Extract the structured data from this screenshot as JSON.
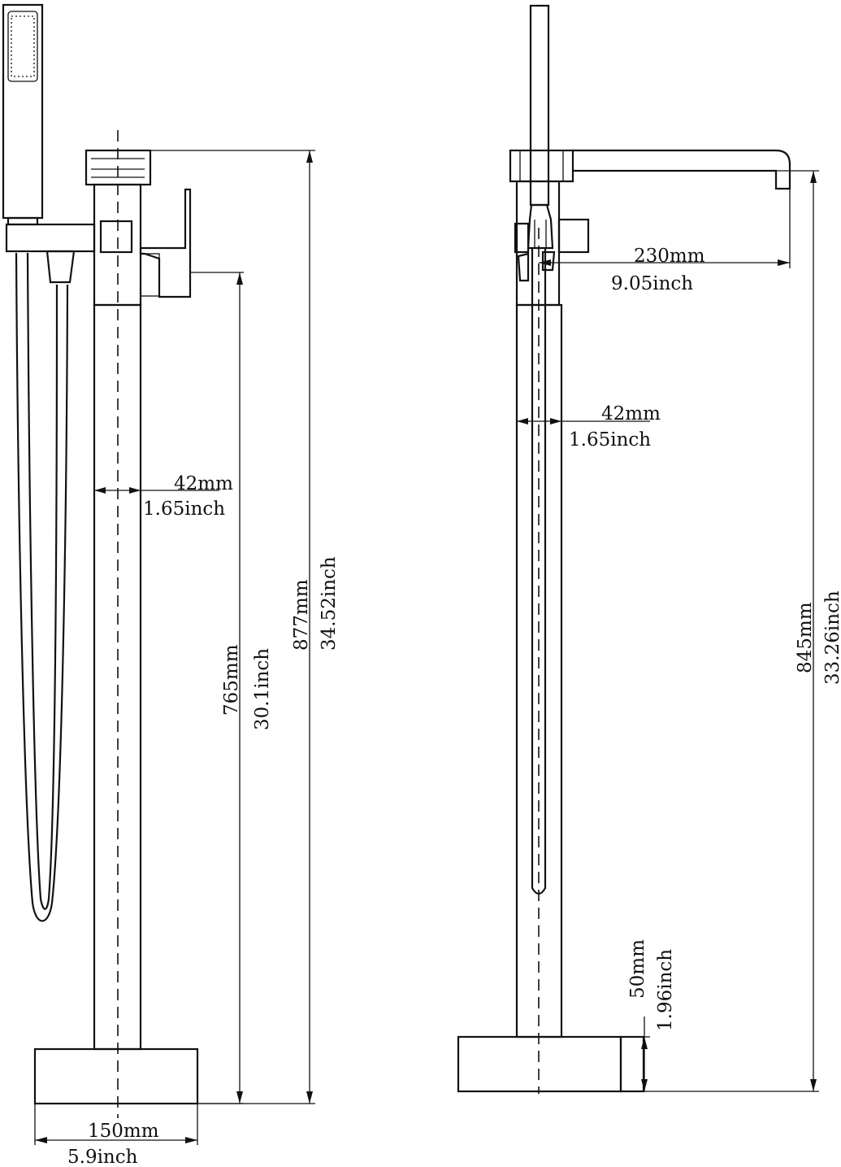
{
  "colors": {
    "line": "#111111",
    "background": "#ffffff"
  },
  "left_view": {
    "tube_width": {
      "mm": "42mm",
      "inch": "1.65inch"
    },
    "spout_height": {
      "mm": "765mm",
      "inch": "30.1inch"
    },
    "total_height": {
      "mm": "877mm",
      "inch": "34.52inch"
    },
    "base_width": {
      "mm": "150mm",
      "inch": "5.9inch"
    }
  },
  "right_view": {
    "spout_reach": {
      "mm": "230mm",
      "inch": "9.05inch"
    },
    "tube_width": {
      "mm": "42mm",
      "inch": "1.65inch"
    },
    "spout_height": {
      "mm": "845mm",
      "inch": "33.26inch"
    },
    "base_height": {
      "mm": "50mm",
      "inch": "1.96inch"
    }
  }
}
